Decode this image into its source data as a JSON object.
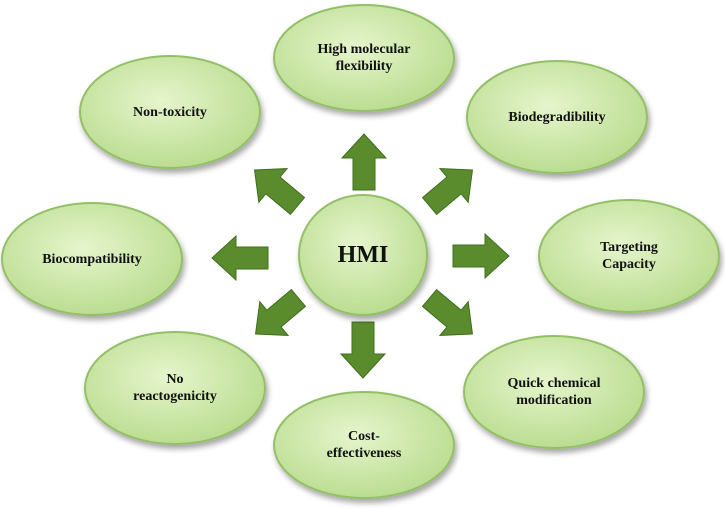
{
  "colors": {
    "ellipse_fill_light": "#e6f5cc",
    "ellipse_fill_dark": "#b7db8c",
    "ellipse_stroke": "#93bf66",
    "arrow_fill": "#5a8c2e",
    "arrow_stroke": "#3f6f1f",
    "text": "#111111"
  },
  "center": {
    "label": "HMI"
  },
  "nodes": [
    {
      "id": "high-molecular-flexibility",
      "label": "High molecular\nflexibility"
    },
    {
      "id": "biodegradibility",
      "label": "Biodegradibility"
    },
    {
      "id": "targeting-capacity",
      "label": "Targeting\nCapacity"
    },
    {
      "id": "quick-chemical-modification",
      "label": "Quick chemical\nmodification"
    },
    {
      "id": "cost-effectiveness",
      "label": "Cost-\neffectiveness"
    },
    {
      "id": "no-reactogenicity",
      "label": "No\nreactogenicity"
    },
    {
      "id": "biocompatibility",
      "label": "Biocompatibility"
    },
    {
      "id": "non-toxicity",
      "label": "Non-toxicity"
    }
  ]
}
